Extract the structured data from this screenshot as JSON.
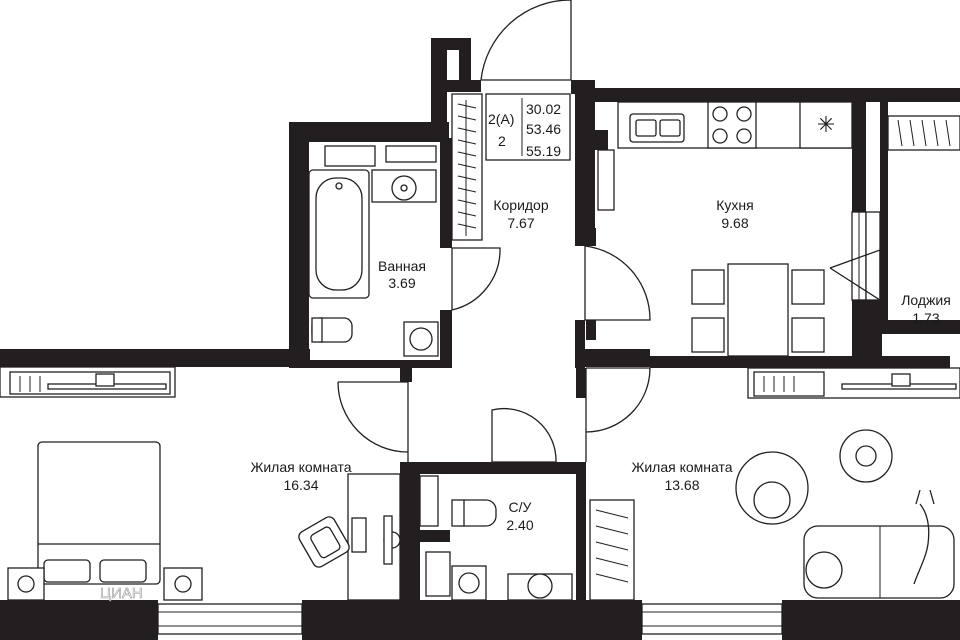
{
  "apartment": {
    "type_code": "2(A)",
    "rooms_count": "2",
    "living_area": "30.02",
    "total_area": "53.46",
    "total_area_with_loggia": "55.19"
  },
  "rooms": {
    "bathroom": {
      "name": "Ванная",
      "area": "3.69"
    },
    "corridor": {
      "name": "Коридор",
      "area": "7.67"
    },
    "kitchen": {
      "name": "Кухня",
      "area": "9.68"
    },
    "loggia": {
      "name": "Лоджия",
      "area": "1.73"
    },
    "living_left": {
      "name": "Жилая комната",
      "area": "16.34"
    },
    "wc": {
      "name": "С/У",
      "area": "2.40"
    },
    "living_right": {
      "name": "Жилая комната",
      "area": "13.68"
    }
  },
  "watermark": "ЦИАН",
  "colors": {
    "wall": "#231f20",
    "background": "#ffffff"
  }
}
